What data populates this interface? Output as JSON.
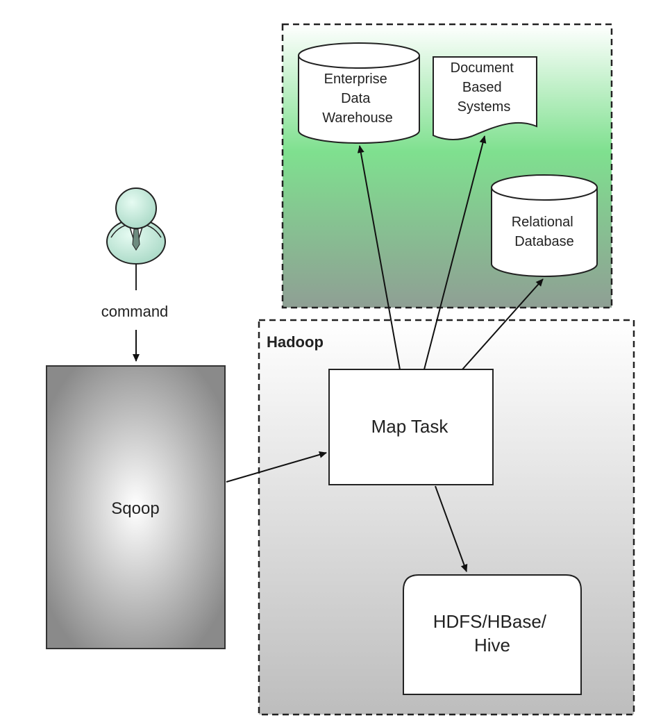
{
  "diagram": {
    "actor": {
      "label": "command"
    },
    "sqoop": {
      "label": "Sqoop"
    },
    "hadoop": {
      "title": "Hadoop"
    },
    "map_task": {
      "label": "Map Task"
    },
    "hdfs": {
      "line1": "HDFS/HBase/",
      "line2": "Hive"
    },
    "edw": {
      "line1": "Enterprise",
      "line2": "Data",
      "line3": "Warehouse"
    },
    "docs": {
      "line1": "Document",
      "line2": "Based",
      "line3": "Systems"
    },
    "rdb": {
      "line1": "Relational",
      "line2": "Database"
    }
  },
  "colors": {
    "external_gradient_top": "#ffffff",
    "external_gradient_mid": "#7fe08f",
    "external_gradient_bottom": "#8f9f94",
    "hadoop_gradient_top": "#ffffff",
    "hadoop_gradient_bottom": "#bdbdbd",
    "sqoop_center": "#ffffff",
    "sqoop_edge": "#8a8a8a",
    "actor_fill": "#c8efe0",
    "stroke": "#111111"
  }
}
